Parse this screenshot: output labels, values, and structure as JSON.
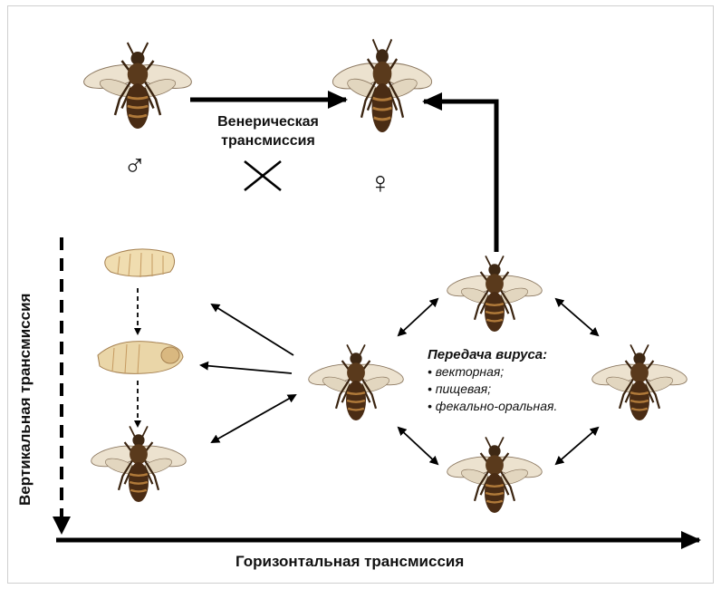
{
  "labels": {
    "venereal_line1": "Венерическая",
    "venereal_line2": "трансмиссия",
    "horizontal": "Горизонтальная трансмиссия",
    "vertical": "Вертикальная трансмиссия",
    "male_symbol": "♂",
    "female_symbol": "♀"
  },
  "transmission_routes": {
    "title": "Передача вируса:",
    "items": [
      "векторная;",
      "пищевая;",
      "фекально-оральная."
    ]
  },
  "icons": [
    "drone-bee-icon",
    "queen-bee-icon",
    "worker-bee-icon",
    "larva-icon",
    "pupa-icon",
    "cross-icon"
  ],
  "colors": {
    "arrow": "#000000",
    "bee_dark": "#4a2c14",
    "bee_amber": "#b07a3a",
    "wing": "#e8dcc8",
    "larva": "#f0ddb0"
  }
}
